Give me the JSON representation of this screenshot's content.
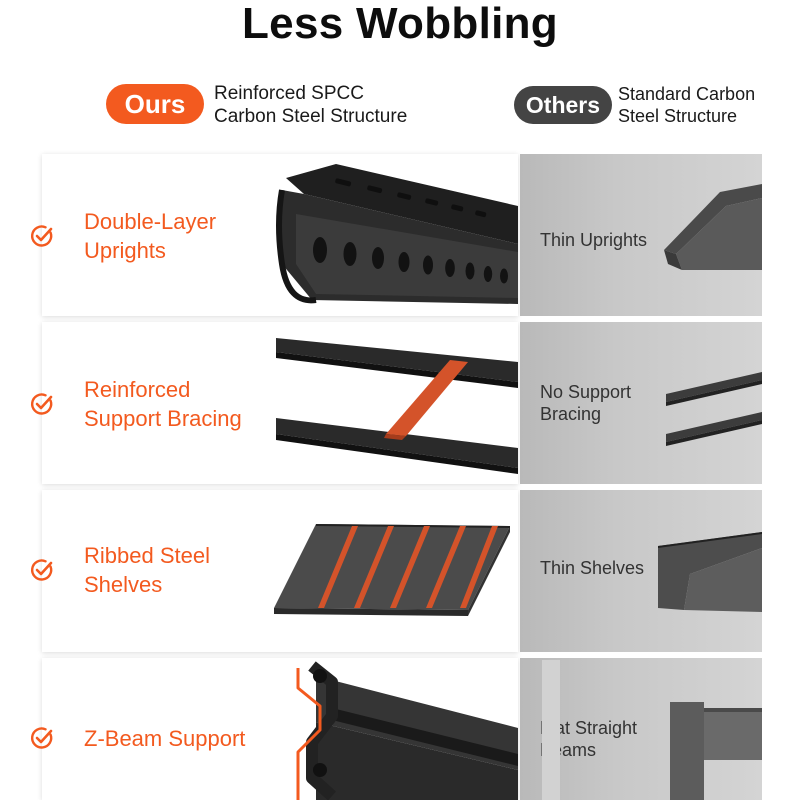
{
  "header": {
    "title": "Less Wobbling",
    "ours_badge": "Ours",
    "ours_line1": "Reinforced SPCC",
    "ours_line2": "Carbon Steel Structure",
    "others_badge": "Others",
    "others_line1": "Standard Carbon",
    "others_line2": "Steel Structure"
  },
  "colors": {
    "accent": "#f35a1f",
    "others_badge": "#444444",
    "steel_dark": "#2e2e2e",
    "panel_gray": "#c4c4c4"
  },
  "rows": [
    {
      "icon": "check-circle-icon",
      "ours_line1": "Double-Layer",
      "ours_line2": "Uprights",
      "others_line1": "Thin Uprights",
      "others_line2": ""
    },
    {
      "icon": "check-circle-icon",
      "ours_line1": "Reinforced",
      "ours_line2": "Support Bracing",
      "others_line1": "No Support",
      "others_line2": "Bracing"
    },
    {
      "icon": "check-circle-icon",
      "ours_line1": "Ribbed Steel",
      "ours_line2": "Shelves",
      "others_line1": "Thin Shelves",
      "others_line2": ""
    },
    {
      "icon": "check-circle-icon",
      "ours_line1": "Z-Beam Support",
      "ours_line2": "",
      "others_line1": "Flat Straight",
      "others_line2": "Beams"
    }
  ]
}
